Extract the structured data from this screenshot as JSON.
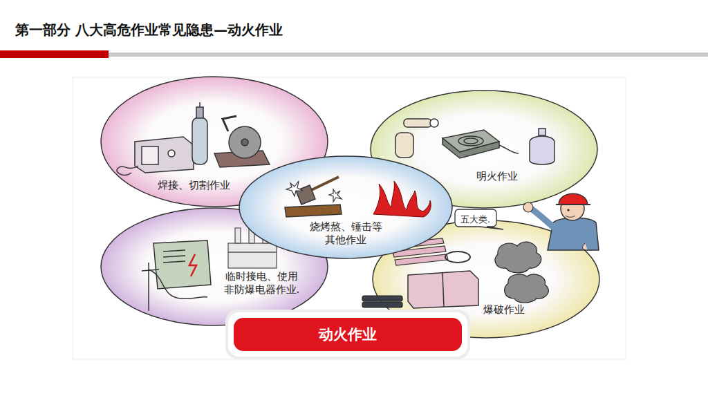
{
  "diagram": {
    "title": "第一部分  八大高危作业常见隐患—动火作业",
    "nodes": [
      {
        "text": [
          "焊接、切割作业"
        ]
      },
      {
        "text": [
          "明火作业"
        ]
      },
      {
        "text": [
          "烧烤熬、锤击等 其他作业"
        ]
      },
      {
        "text": [
          "五大类."
        ]
      },
      {
        "text": [
          "临时接电、使用 非防爆电器作业."
        ]
      },
      {
        "text": [
          "爆破作业"
        ]
      },
      {
        "text": [
          "动火作业"
        ]
      }
    ]
  }
}
